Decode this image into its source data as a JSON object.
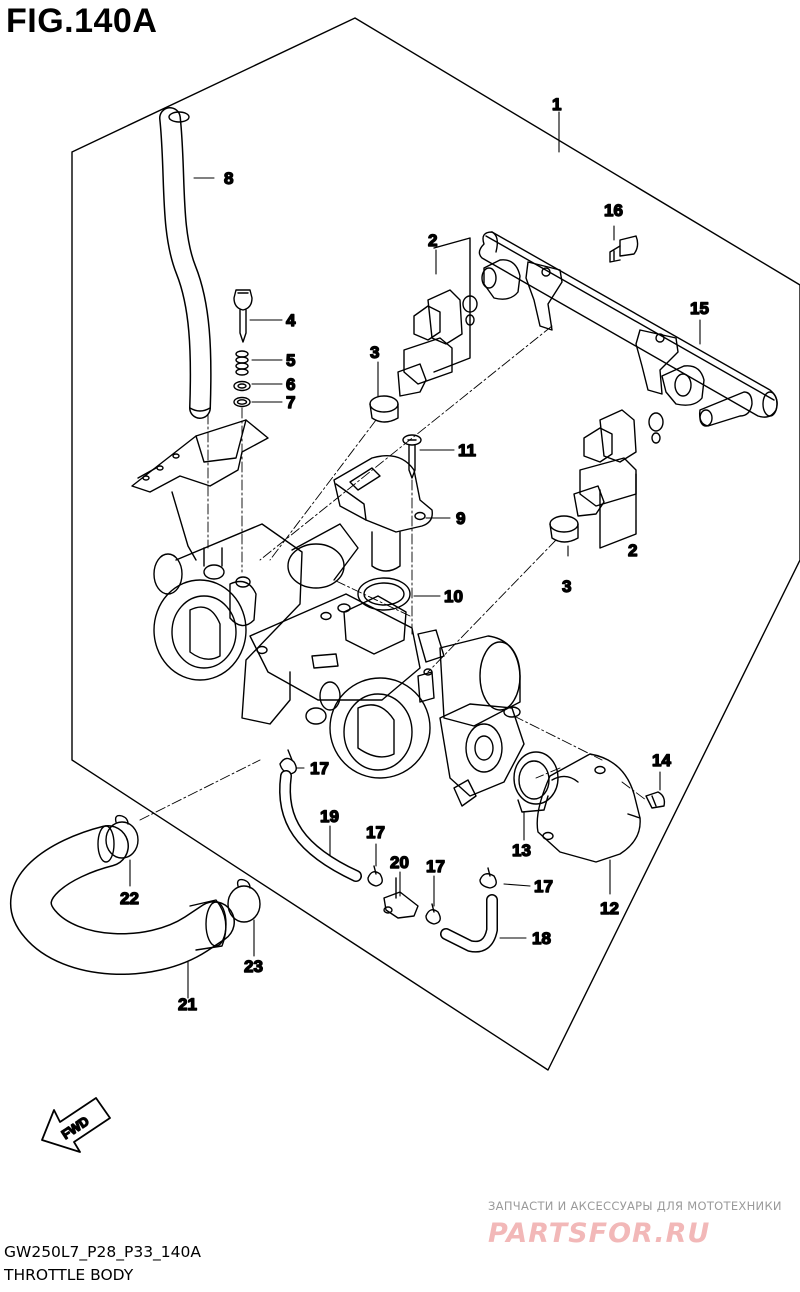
{
  "figure": {
    "title": "FIG.140A",
    "code": "GW250L7_P28_P33_140A",
    "name": "THROTTLE BODY"
  },
  "direction_tag": "FWD",
  "callouts": [
    "1",
    "2",
    "3",
    "4",
    "5",
    "6",
    "7",
    "8",
    "9",
    "10",
    "11",
    "12",
    "13",
    "14",
    "15",
    "16",
    "17",
    "18",
    "19",
    "20",
    "21",
    "22",
    "23"
  ],
  "watermark": {
    "tagline": "ЗАПЧАСТИ И АКСЕССУАРЫ ДЛЯ МОТОТЕХНИКИ",
    "logo": "PARTSFOR.RU"
  },
  "colors": {
    "line": "#000000",
    "watermark_text": "#9a9a9a",
    "watermark_logo": "#f2b8b8"
  }
}
